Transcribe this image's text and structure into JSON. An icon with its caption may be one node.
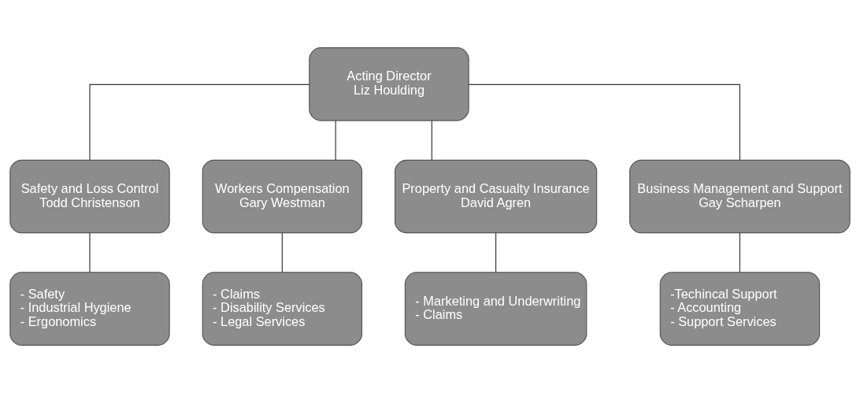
{
  "diagram": {
    "nodes": [
      {
        "text": [
          "Acting Director",
          "Liz Houlding"
        ]
      },
      {
        "text": [
          "Safety and Loss Control",
          "Todd Christenson"
        ]
      },
      {
        "text": [
          "Workers Compensation",
          "Gary Westman"
        ]
      },
      {
        "text": [
          "Property and Casualty Insurance",
          "David Agren"
        ]
      },
      {
        "text": [
          "Business Management and Support",
          "Gay Scharpen"
        ]
      },
      {
        "text": [
          "- Safety",
          "- Industrial Hygiene",
          "- Ergonomics"
        ]
      },
      {
        "text": [
          "- Claims",
          "- Disability Services",
          "- Legal Services"
        ]
      },
      {
        "text": [
          "- Marketing and Underwriting",
          "- Claims"
        ]
      },
      {
        "text": [
          "-Techincal Support",
          "- Accounting",
          "- Support Services"
        ]
      }
    ],
    "edges": [
      {
        "from": 0,
        "to": 1,
        "arrow": "none"
      },
      {
        "from": 0,
        "to": 2,
        "arrow": "none"
      },
      {
        "from": 0,
        "to": 3,
        "arrow": "none"
      },
      {
        "from": 0,
        "to": 4,
        "arrow": "none"
      },
      {
        "from": 1,
        "to": 5,
        "arrow": "none"
      },
      {
        "from": 2,
        "to": 6,
        "arrow": "none"
      },
      {
        "from": 3,
        "to": 7,
        "arrow": "none"
      },
      {
        "from": 4,
        "to": 8,
        "arrow": "none"
      }
    ]
  }
}
